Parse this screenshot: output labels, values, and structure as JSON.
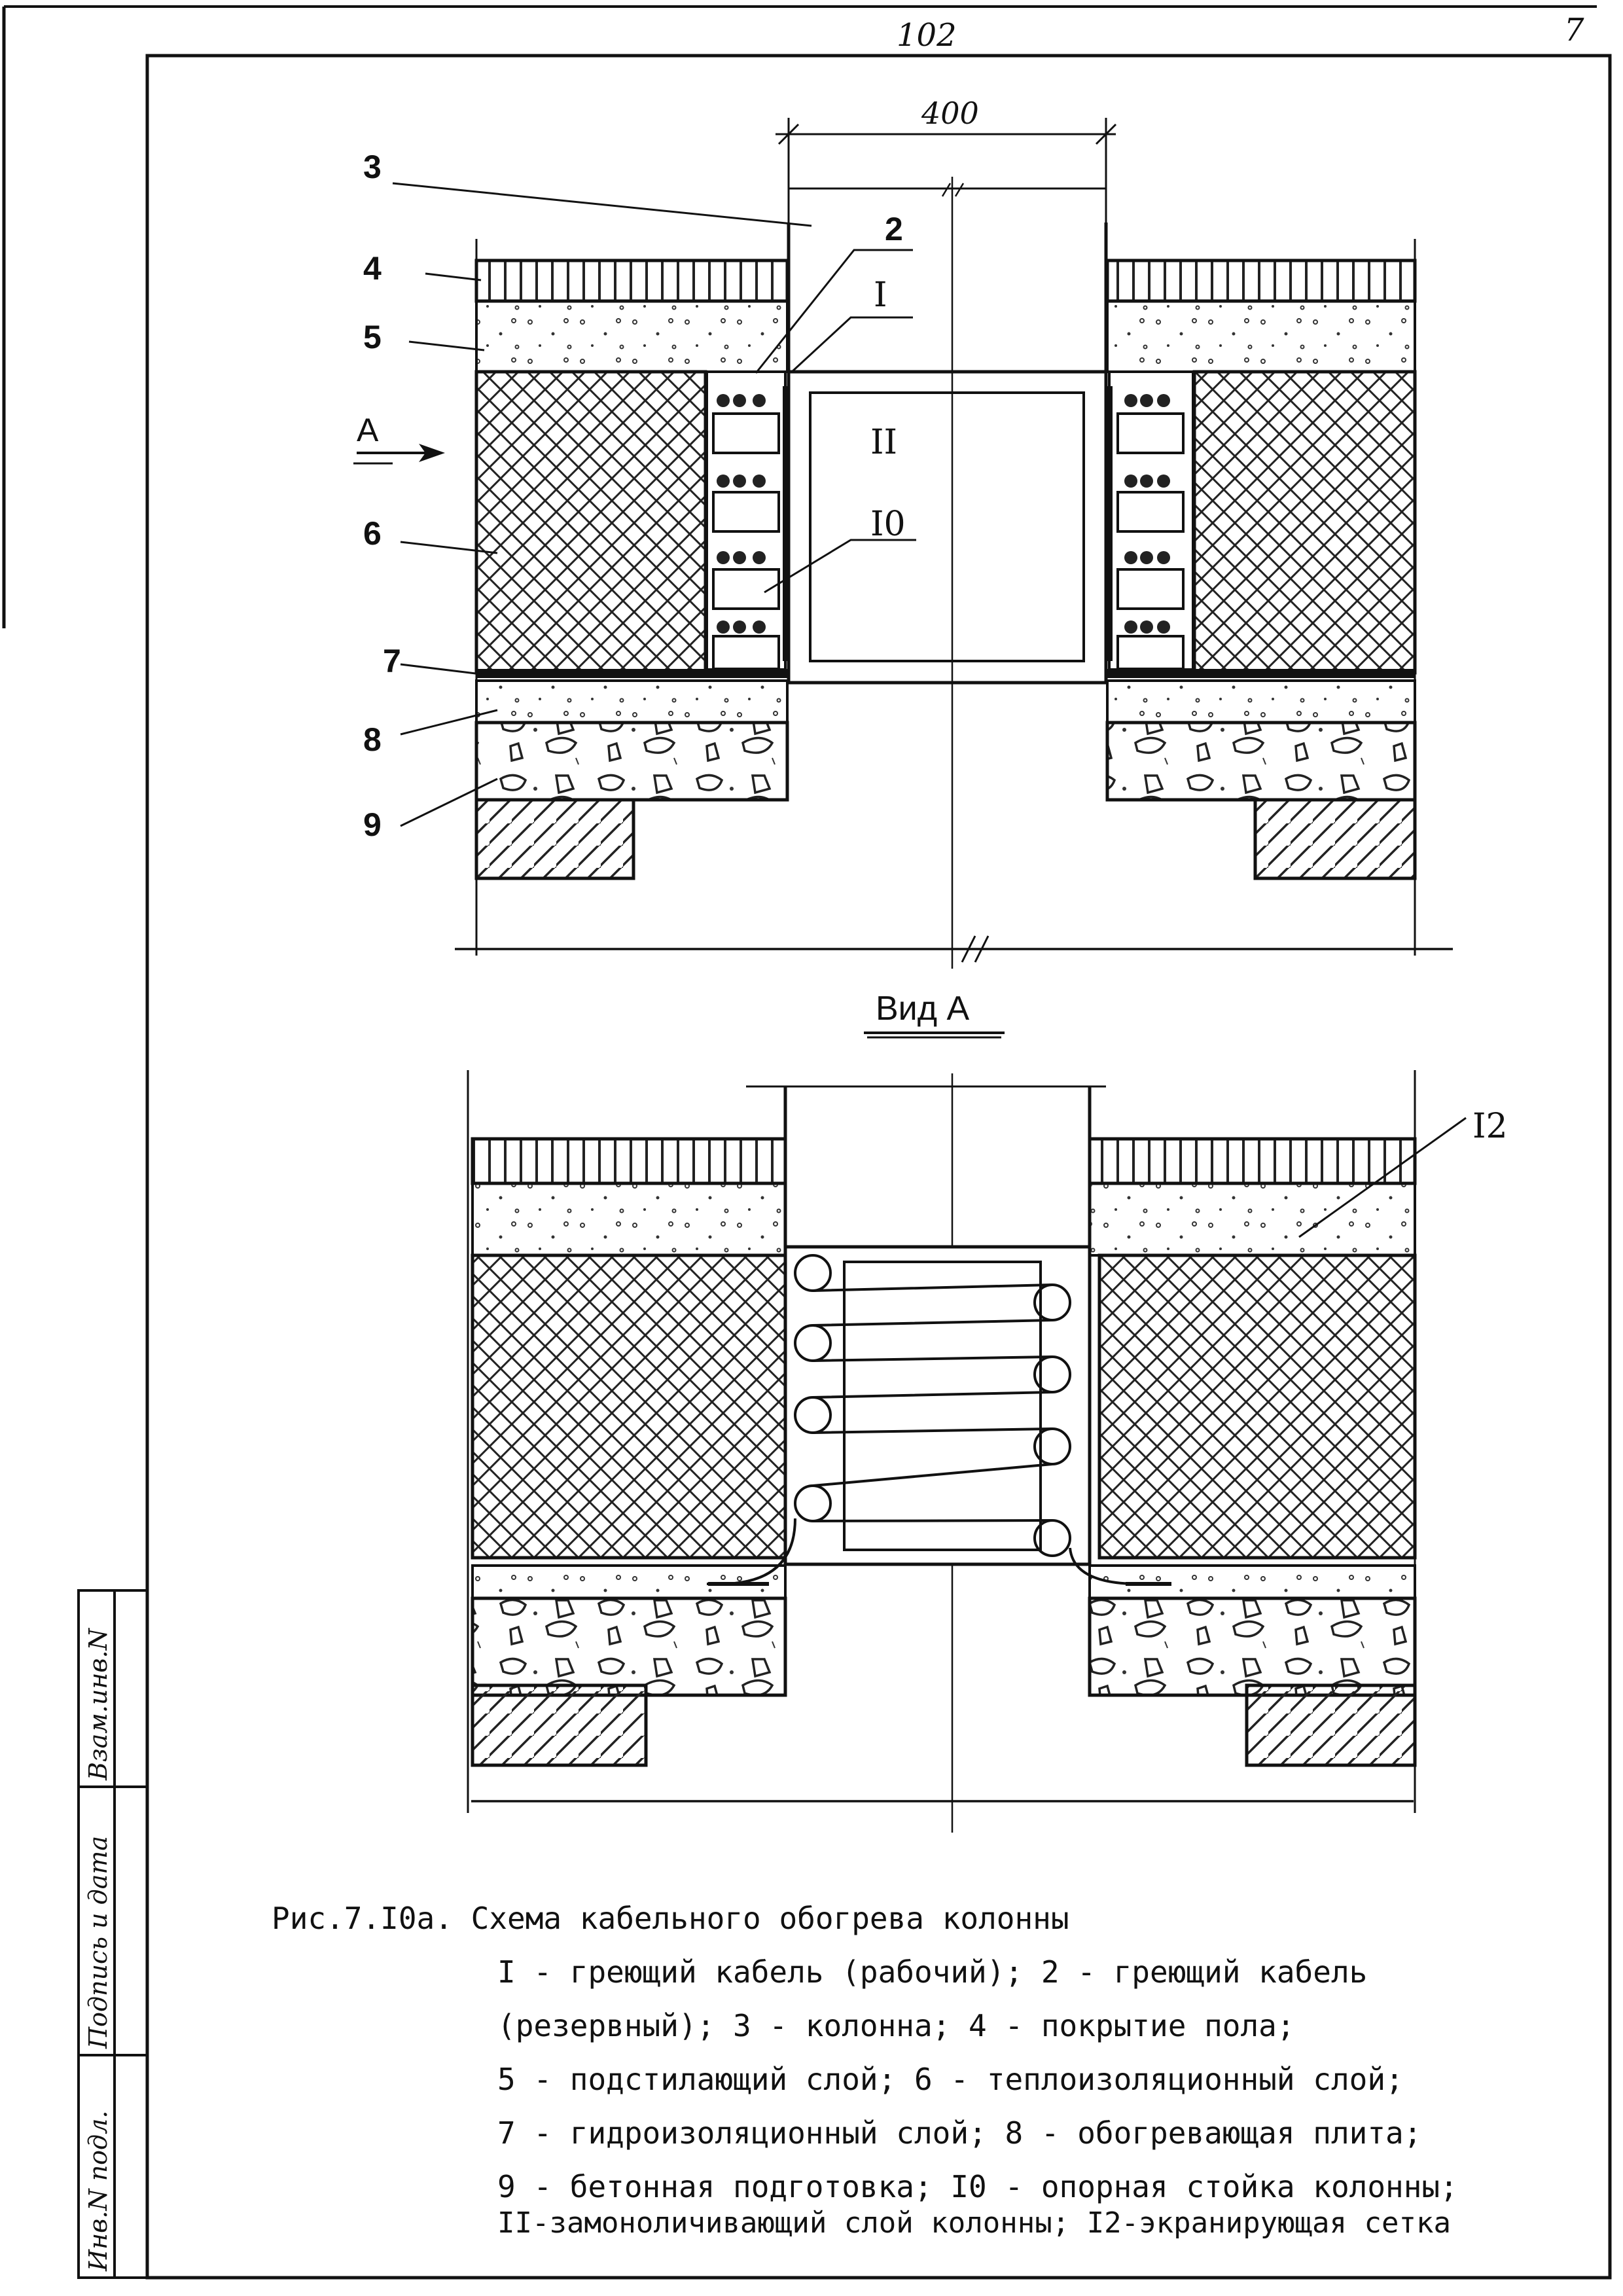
{
  "sheet": {
    "page_number": "102",
    "corner_mark": "7"
  },
  "top_view": {
    "dimension": "400",
    "labels": [
      "3",
      "4",
      "5",
      "6",
      "7",
      "8",
      "9",
      "2",
      "I",
      "II",
      "I0"
    ],
    "view_marker": "A"
  },
  "bottom_view": {
    "title": "Вид А",
    "label": "I2"
  },
  "caption": {
    "title": "Рис.7.I0а. Схема кабельного обогрева колонны",
    "lines": [
      "I - греющий кабель (рабочий); 2 - греющий кабель",
      "(резервный); 3 - колонна; 4 - покрытие пола;",
      "5 - подстилающий слой; 6 - теплоизоляционный слой;",
      "7 - гидроизоляционный слой; 8 - обогревающая плита;",
      "9 - бетонная подготовка; I0 - опорная стойка колонны;",
      "II-замоноличивающий слой колонны; I2-экранирующая сетка"
    ]
  },
  "stamp": {
    "cells": [
      "Инв.N подл.",
      "Подпись и дата",
      "Взам.инв.N"
    ]
  }
}
